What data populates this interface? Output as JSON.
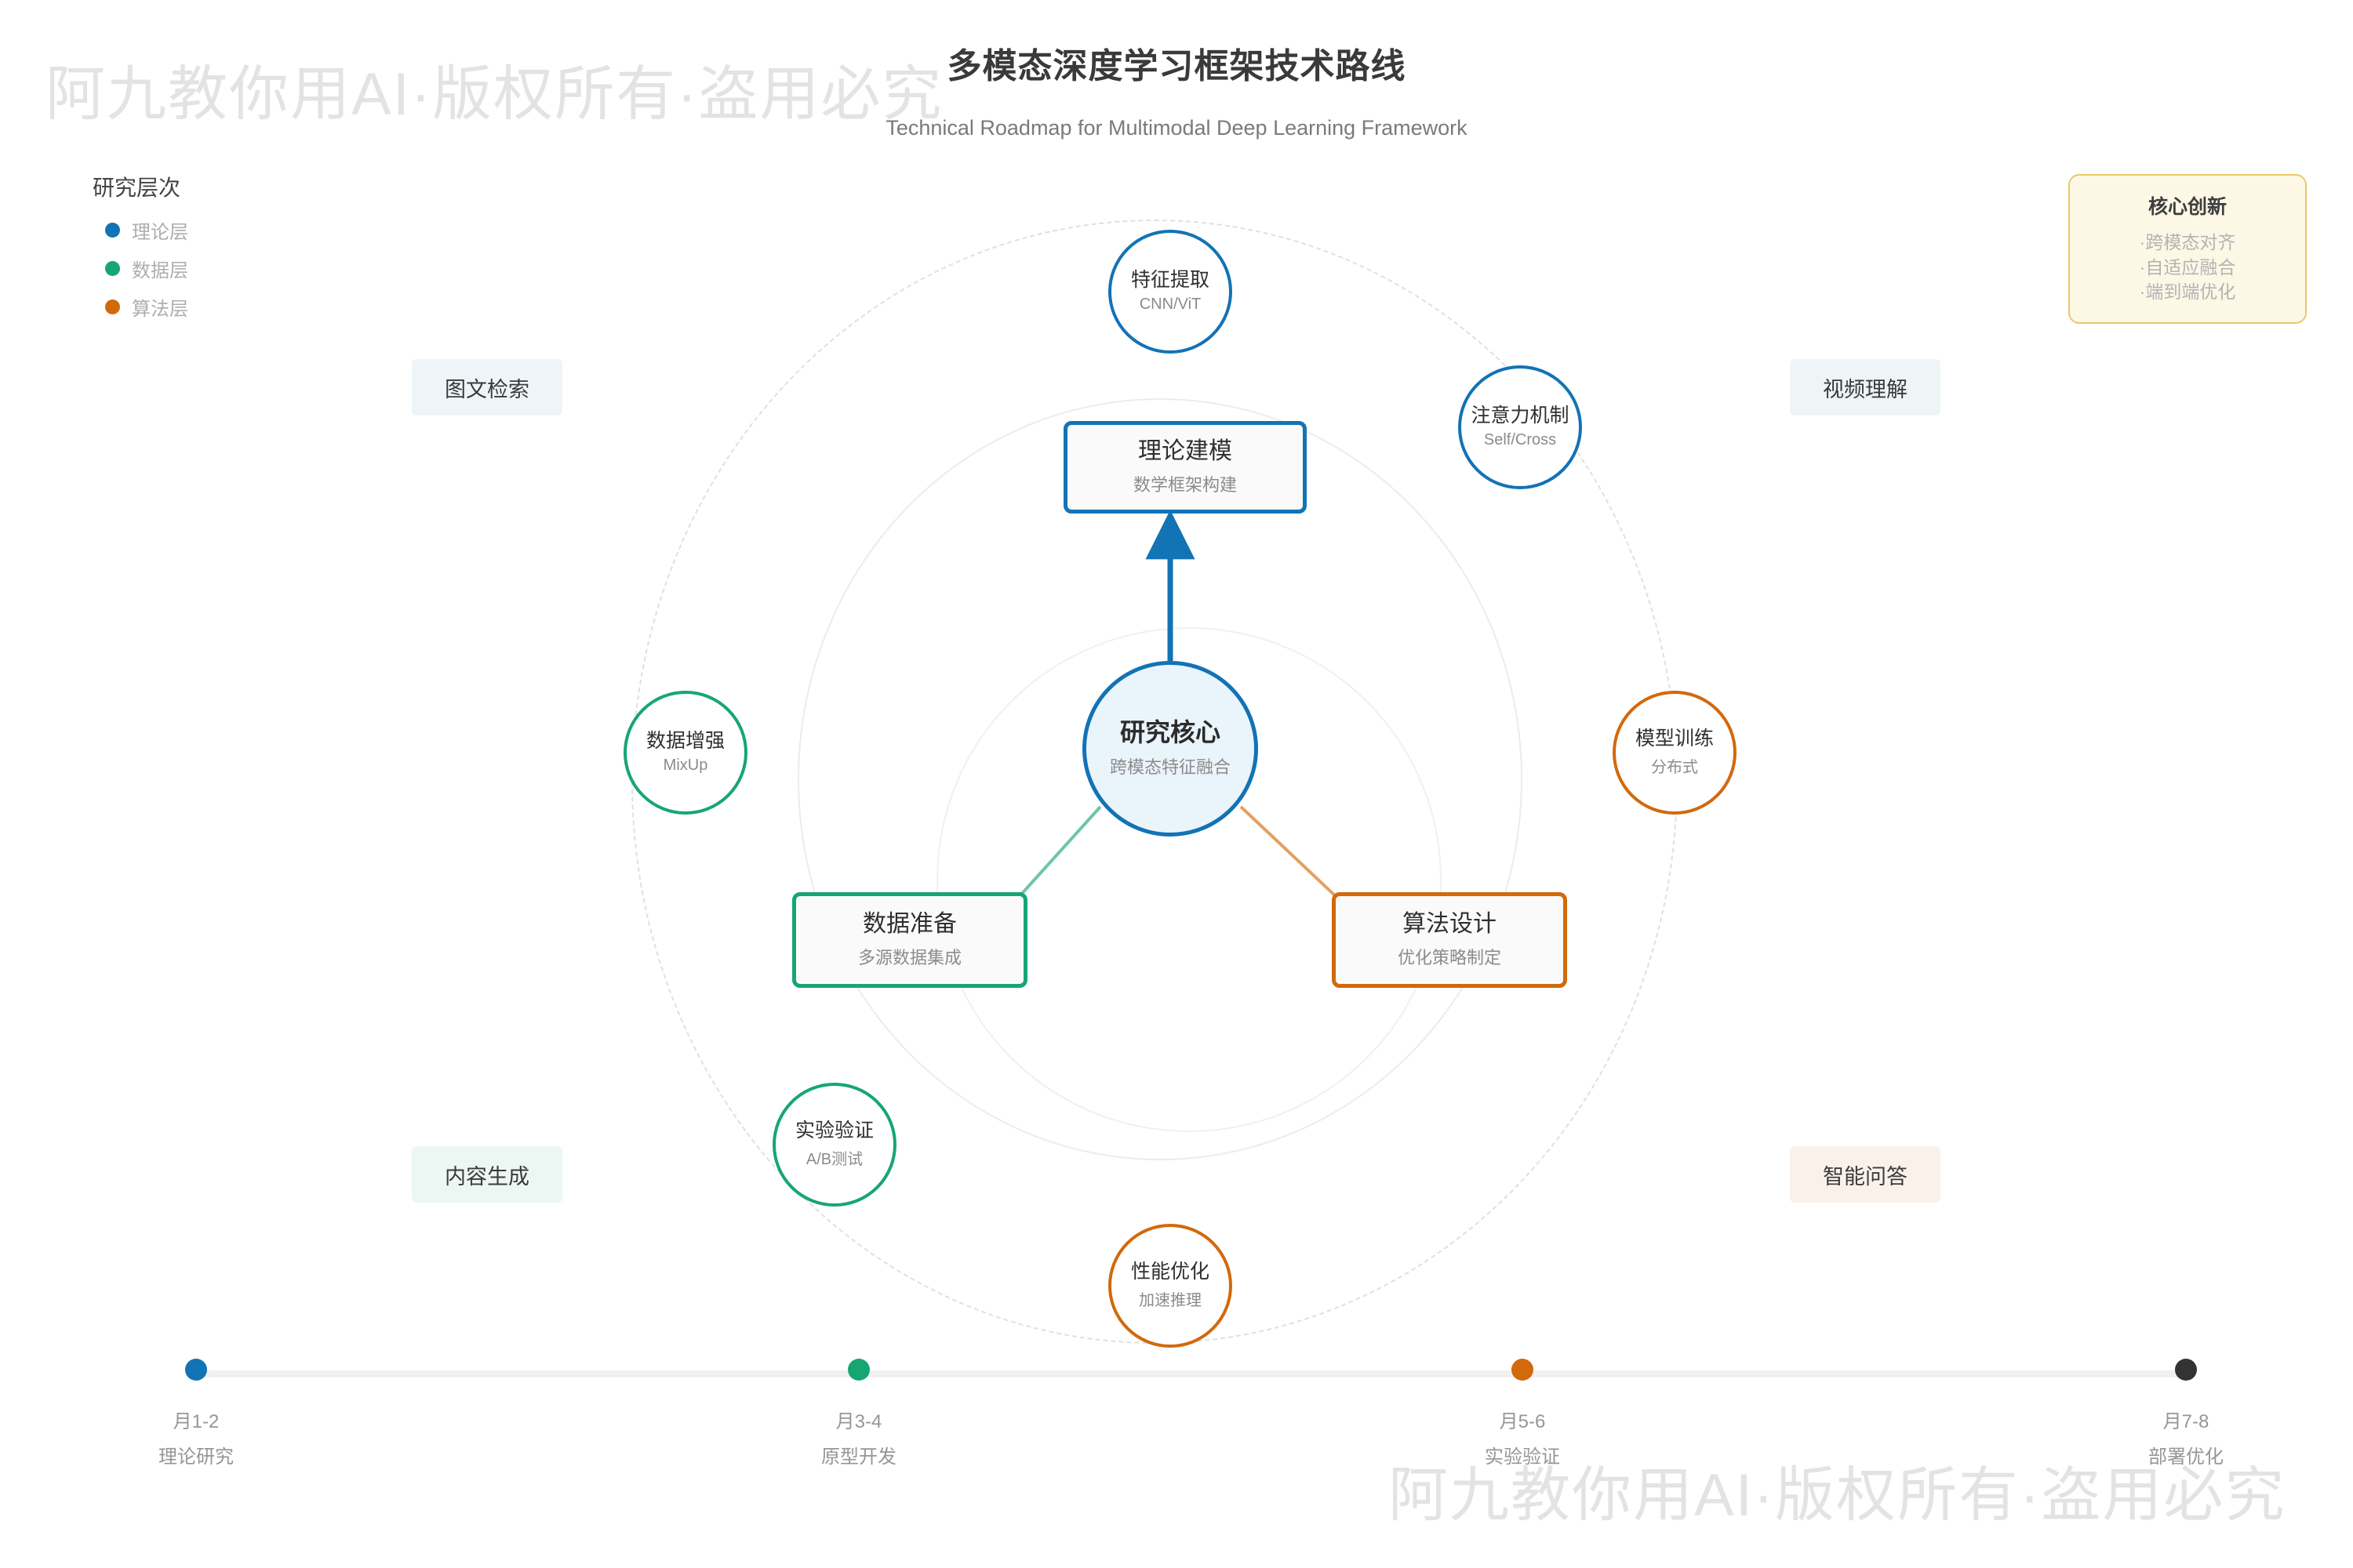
{
  "watermark": {
    "text": "阿九教你用AI·版权所有·盗用必究"
  },
  "header": {
    "title": "多模态深度学习框架技术路线",
    "subtitle": "Technical Roadmap for Multimodal Deep Learning Framework"
  },
  "legend": {
    "title": "研究层次",
    "items": [
      {
        "label": "理论层",
        "color": "#1273b5"
      },
      {
        "label": "数据层",
        "color": "#17a673"
      },
      {
        "label": "算法层",
        "color": "#d2690b"
      }
    ]
  },
  "innovation": {
    "title": "核心创新",
    "items": [
      "跨模态对齐",
      "自适应融合",
      "端到端优化"
    ],
    "border_color": "#e8c86a",
    "background_color": "#fdf8e6"
  },
  "core": {
    "title": "研究核心",
    "subtitle": "跨模态特征融合",
    "color": "#1273b5"
  },
  "branches": [
    {
      "title": "理论建模",
      "subtitle": "数学框架构建",
      "color": "#1273b5"
    },
    {
      "title": "数据准备",
      "subtitle": "多源数据集成",
      "color": "#17a673"
    },
    {
      "title": "算法设计",
      "subtitle": "优化策略制定",
      "color": "#d2690b"
    }
  ],
  "satellites": [
    {
      "title": "特征提取",
      "subtitle": "CNN/ViT",
      "color": "#1273b5"
    },
    {
      "title": "注意力机制",
      "subtitle": "Self/Cross",
      "color": "#1273b5"
    },
    {
      "title": "数据增强",
      "subtitle": "MixUp",
      "color": "#17a673"
    },
    {
      "title": "实验验证",
      "subtitle": "A/B测试",
      "color": "#17a673"
    },
    {
      "title": "模型训练",
      "subtitle": "分布式",
      "color": "#d2690b"
    },
    {
      "title": "性能优化",
      "subtitle": "加速推理",
      "color": "#d2690b"
    }
  ],
  "applications": [
    {
      "label": "图文检索"
    },
    {
      "label": "视频理解"
    },
    {
      "label": "内容生成"
    },
    {
      "label": "智能问答"
    }
  ],
  "timeline": {
    "nodes": [
      {
        "period": "月1-2",
        "label": "理论研究",
        "color": "#1273b5"
      },
      {
        "period": "月3-4",
        "label": "原型开发",
        "color": "#17a673"
      },
      {
        "period": "月5-6",
        "label": "实验验证",
        "color": "#d2690b"
      },
      {
        "period": "月7-8",
        "label": "部署优化",
        "color": "#333333"
      }
    ]
  }
}
